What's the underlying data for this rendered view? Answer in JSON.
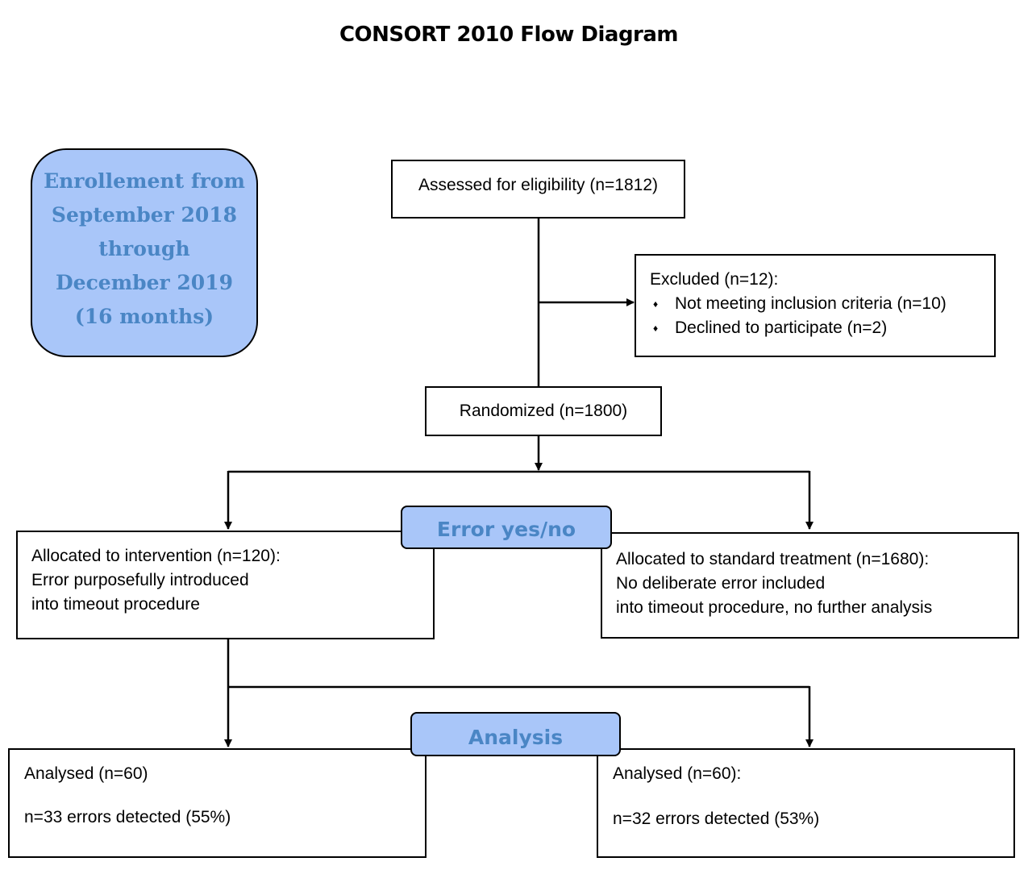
{
  "title": "CONSORT 2010 Flow Diagram",
  "enrollment": {
    "lines": [
      "Enrollement from",
      "September 2018",
      "through",
      "December 2019",
      "(16 months)"
    ]
  },
  "assessed": {
    "label": "Assessed for eligibility (n=1812)"
  },
  "excluded": {
    "heading": "Excluded (n=12):",
    "items": [
      "Not meeting inclusion criteria (n=10)",
      "Declined to participate (n=2)"
    ],
    "bullet_icon": "diamond-bullet-icon"
  },
  "randomized": {
    "label": "Randomized (n=1800)"
  },
  "allocation_tag": {
    "label": "Error yes/no"
  },
  "intervention": {
    "lines": [
      "Allocated to intervention (n=120):",
      "Error purposefully introduced",
      "into timeout procedure"
    ]
  },
  "standard": {
    "lines": [
      "Allocated to standard treatment (n=1680):",
      "No deliberate error included",
      "into timeout procedure, no further analysis"
    ]
  },
  "analysis_tag": {
    "label": "Analysis"
  },
  "analysis_left": {
    "heading": "Analysed (n=60)",
    "result": "n=33 errors detected (55%)"
  },
  "analysis_right": {
    "heading": "Analysed (n=60):",
    "result": "n=32 errors detected (53%)"
  },
  "colors": {
    "tag_fill": "#a9c6f9",
    "tag_text": "#4a86c5",
    "line": "#000000"
  }
}
